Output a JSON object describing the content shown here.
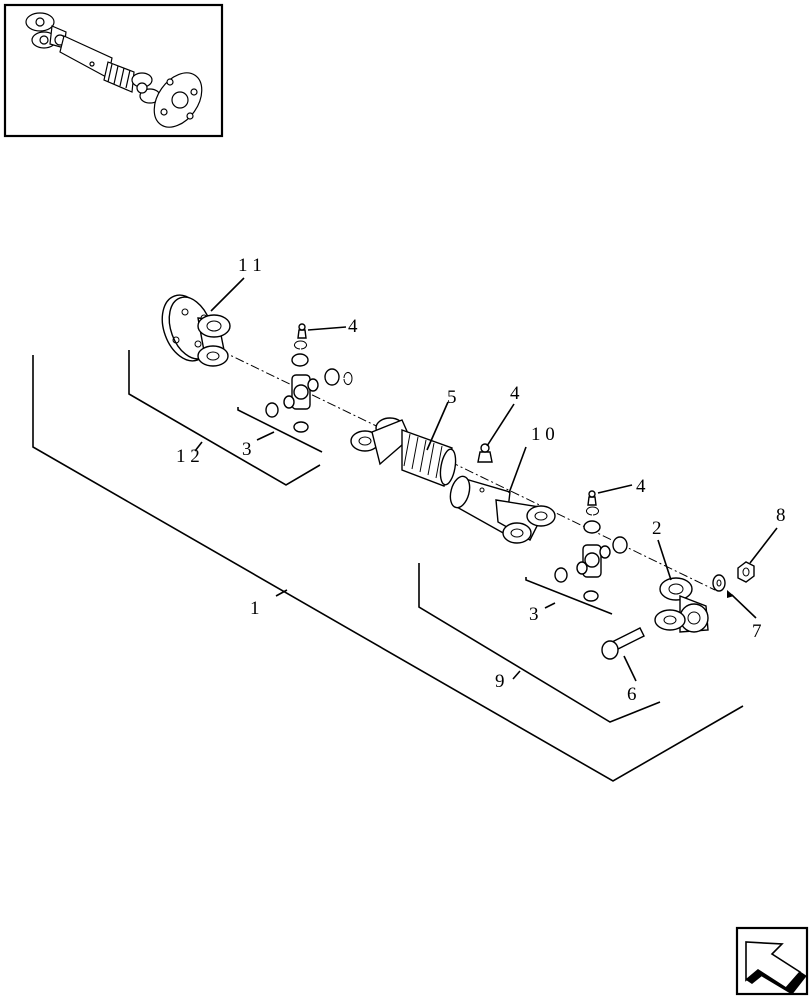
{
  "diagram": {
    "callouts": {
      "c1": "1",
      "c2": "2",
      "c3a": "3",
      "c3b": "3",
      "c4a": "4",
      "c4b": "4",
      "c4c": "4",
      "c5": "5",
      "c6": "6",
      "c7": "7",
      "c8": "8",
      "c9": "9",
      "c10": "1 0",
      "c11": "1 1",
      "c12": "1 2"
    }
  },
  "icons": {
    "thumbnail": "driveshaft-thumbnail-icon",
    "nav": "back-arrow-icon"
  }
}
